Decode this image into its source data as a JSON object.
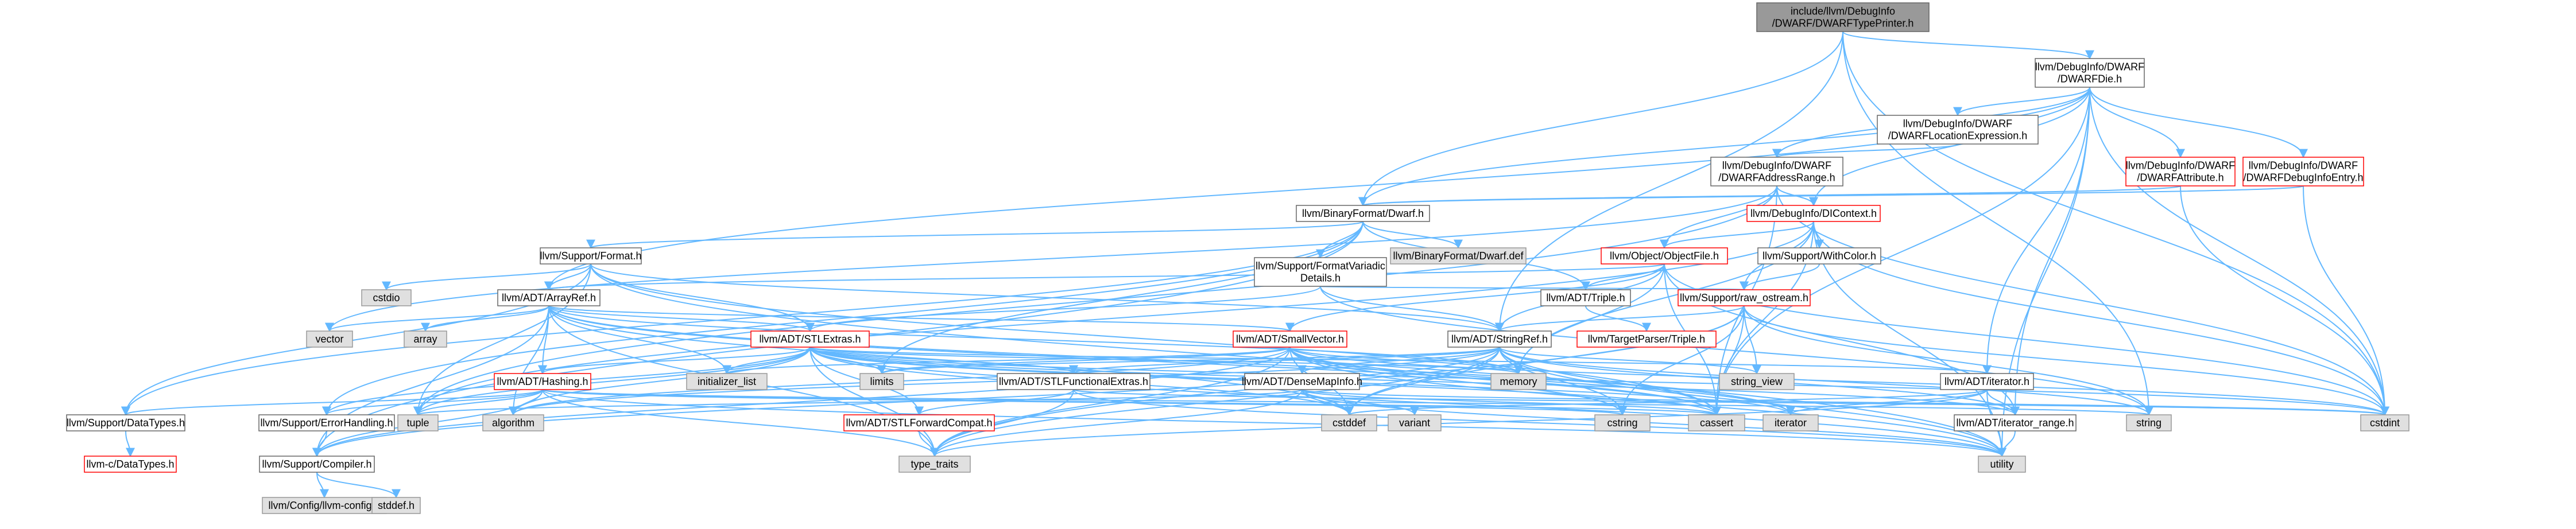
{
  "nodes": {
    "root": {
      "lines": [
        "include/llvm/DebugInfo",
        "/DWARF/DWARFTypePrinter.h"
      ],
      "style": "root"
    },
    "dwarfdie": {
      "lines": [
        "llvm/DebugInfo/DWARF",
        "/DWARFDie.h"
      ],
      "style": "normal"
    },
    "locexpr": {
      "lines": [
        "llvm/DebugInfo/DWARF",
        "/DWARFLocationExpression.h"
      ],
      "style": "normal"
    },
    "addrrange": {
      "lines": [
        "llvm/DebugInfo/DWARF",
        "/DWARFAddressRange.h"
      ],
      "style": "normal"
    },
    "attribute": {
      "lines": [
        "llvm/DebugInfo/DWARF",
        "/DWARFAttribute.h"
      ],
      "style": "red"
    },
    "debuginfoentry": {
      "lines": [
        "llvm/DebugInfo/DWARF",
        "/DWARFDebugInfoEntry.h"
      ],
      "style": "red"
    },
    "dicontext": {
      "lines": [
        "llvm/DebugInfo/DIContext.h"
      ],
      "style": "red"
    },
    "binaryformatdwarf": {
      "lines": [
        "llvm/BinaryFormat/Dwarf.h"
      ],
      "style": "normal"
    },
    "dwarfdef": {
      "lines": [
        "llvm/BinaryFormat/Dwarf.def"
      ],
      "style": "gray"
    },
    "formatvariadic": {
      "lines": [
        "llvm/Support/FormatVariadic",
        "Details.h"
      ],
      "style": "normal"
    },
    "supportformat": {
      "lines": [
        "llvm/Support/Format.h"
      ],
      "style": "normal"
    },
    "objectfile": {
      "lines": [
        "llvm/Object/ObjectFile.h"
      ],
      "style": "red"
    },
    "withcolor": {
      "lines": [
        "llvm/Support/WithColor.h"
      ],
      "style": "normal"
    },
    "triple": {
      "lines": [
        "llvm/ADT/Triple.h"
      ],
      "style": "normal"
    },
    "rawostream": {
      "lines": [
        "llvm/Support/raw_ostream.h"
      ],
      "style": "red"
    },
    "targetparsertriple": {
      "lines": [
        "llvm/TargetParser/Triple.h"
      ],
      "style": "red"
    },
    "arrayref": {
      "lines": [
        "llvm/ADT/ArrayRef.h"
      ],
      "style": "normal"
    },
    "stlextras": {
      "lines": [
        "llvm/ADT/STLExtras.h"
      ],
      "style": "red"
    },
    "smallvector": {
      "lines": [
        "llvm/ADT/SmallVector.h"
      ],
      "style": "red"
    },
    "stringref": {
      "lines": [
        "llvm/ADT/StringRef.h"
      ],
      "style": "normal"
    },
    "hashing": {
      "lines": [
        "llvm/ADT/Hashing.h"
      ],
      "style": "red"
    },
    "stlfunctionalextras": {
      "lines": [
        "llvm/ADT/STLFunctionalExtras.h"
      ],
      "style": "normal"
    },
    "densemapinfo": {
      "lines": [
        "llvm/ADT/DenseMapInfo.h"
      ],
      "style": "normal"
    },
    "adtiterator": {
      "lines": [
        "llvm/ADT/iterator.h"
      ],
      "style": "normal"
    },
    "iteratorrange": {
      "lines": [
        "llvm/ADT/iterator_range.h"
      ],
      "style": "normal"
    },
    "stlforwardcompat": {
      "lines": [
        "llvm/ADT/STLForwardCompat.h"
      ],
      "style": "red"
    },
    "datatypes": {
      "lines": [
        "llvm/Support/DataTypes.h"
      ],
      "style": "normal"
    },
    "cdatatypes": {
      "lines": [
        "llvm-c/DataTypes.h"
      ],
      "style": "red"
    },
    "errorhandling": {
      "lines": [
        "llvm/Support/ErrorHandling.h"
      ],
      "style": "normal"
    },
    "compiler": {
      "lines": [
        "llvm/Support/Compiler.h"
      ],
      "style": "normal"
    },
    "llvmconfig": {
      "lines": [
        "llvm/Config/llvm-config.h"
      ],
      "style": "gray"
    },
    "stddef": {
      "lines": [
        "stddef.h"
      ],
      "style": "gray"
    },
    "cstdio": {
      "lines": [
        "cstdio"
      ],
      "style": "gray"
    },
    "vector": {
      "lines": [
        "vector"
      ],
      "style": "gray"
    },
    "array": {
      "lines": [
        "array"
      ],
      "style": "gray"
    },
    "initializer_list": {
      "lines": [
        "initializer_list"
      ],
      "style": "gray"
    },
    "limits": {
      "lines": [
        "limits"
      ],
      "style": "gray"
    },
    "tuple": {
      "lines": [
        "tuple"
      ],
      "style": "gray"
    },
    "algorithm": {
      "lines": [
        "algorithm"
      ],
      "style": "gray"
    },
    "type_traits": {
      "lines": [
        "type_traits"
      ],
      "style": "gray"
    },
    "memory": {
      "lines": [
        "memory"
      ],
      "style": "gray"
    },
    "string_view": {
      "lines": [
        "string_view"
      ],
      "style": "gray"
    },
    "cstddef": {
      "lines": [
        "cstddef"
      ],
      "style": "gray"
    },
    "variant": {
      "lines": [
        "variant"
      ],
      "style": "gray"
    },
    "cstring": {
      "lines": [
        "cstring"
      ],
      "style": "gray"
    },
    "cassert": {
      "lines": [
        "cassert"
      ],
      "style": "gray"
    },
    "iterator": {
      "lines": [
        "iterator"
      ],
      "style": "gray"
    },
    "string": {
      "lines": [
        "string"
      ],
      "style": "gray"
    },
    "cstdint": {
      "lines": [
        "cstdint"
      ],
      "style": "gray"
    },
    "utility": {
      "lines": [
        "utility"
      ],
      "style": "gray"
    }
  },
  "edges": [
    [
      "root",
      "dwarfdie"
    ],
    [
      "root",
      "binaryformatdwarf"
    ],
    [
      "root",
      "stringref"
    ],
    [
      "root",
      "string"
    ],
    [
      "root",
      "cstdint"
    ],
    [
      "dwarfdie",
      "locexpr"
    ],
    [
      "dwarfdie",
      "addrrange"
    ],
    [
      "dwarfdie",
      "attribute"
    ],
    [
      "dwarfdie",
      "debuginfoentry"
    ],
    [
      "dwarfdie",
      "dicontext"
    ],
    [
      "dwarfdie",
      "binaryformatdwarf"
    ],
    [
      "dwarfdie",
      "arrayref"
    ],
    [
      "dwarfdie",
      "adtiterator"
    ],
    [
      "dwarfdie",
      "iteratorrange"
    ],
    [
      "dwarfdie",
      "cassert"
    ],
    [
      "dwarfdie",
      "cstdint"
    ],
    [
      "dwarfdie",
      "utility"
    ],
    [
      "locexpr",
      "addrrange"
    ],
    [
      "addrrange",
      "dicontext"
    ],
    [
      "addrrange",
      "objectfile"
    ],
    [
      "addrrange",
      "cstdint"
    ],
    [
      "addrrange",
      "tuple"
    ],
    [
      "addrrange",
      "vector"
    ],
    [
      "addrrange",
      "cassert"
    ],
    [
      "attribute",
      "binaryformatdwarf"
    ],
    [
      "attribute",
      "cstdint"
    ],
    [
      "debuginfoentry",
      "binaryformatdwarf"
    ],
    [
      "debuginfoentry",
      "cstdint"
    ],
    [
      "dicontext",
      "objectfile"
    ],
    [
      "dicontext",
      "withcolor"
    ],
    [
      "dicontext",
      "rawostream"
    ],
    [
      "dicontext",
      "cassert"
    ],
    [
      "dicontext",
      "cstdint"
    ],
    [
      "dicontext",
      "memory"
    ],
    [
      "dicontext",
      "optional_string"
    ],
    [
      "dicontext",
      "tuple"
    ],
    [
      "dicontext",
      "utility"
    ],
    [
      "binaryformatdwarf",
      "dwarfdef"
    ],
    [
      "binaryformatdwarf",
      "formatvariadic"
    ],
    [
      "binaryformatdwarf",
      "supportformat"
    ],
    [
      "binaryformatdwarf",
      "triple"
    ],
    [
      "binaryformatdwarf",
      "errorhandling"
    ],
    [
      "binaryformatdwarf",
      "datatypes"
    ],
    [
      "binaryformatdwarf",
      "limits"
    ],
    [
      "binaryformatdwarf",
      "compiler"
    ],
    [
      "formatvariadic",
      "stringref"
    ],
    [
      "formatvariadic",
      "rawostream"
    ],
    [
      "formatvariadic",
      "stlextras"
    ],
    [
      "formatvariadic",
      "string"
    ],
    [
      "supportformat",
      "arrayref"
    ],
    [
      "supportformat",
      "stringref"
    ],
    [
      "supportformat",
      "stlextras"
    ],
    [
      "supportformat",
      "datatypes"
    ],
    [
      "supportformat",
      "cassert"
    ],
    [
      "supportformat",
      "cstdio"
    ],
    [
      "supportformat",
      "tuple"
    ],
    [
      "supportformat",
      "utility"
    ],
    [
      "objectfile",
      "arrayref"
    ],
    [
      "objectfile",
      "triple"
    ],
    [
      "objectfile",
      "stringref"
    ],
    [
      "objectfile",
      "smallvector"
    ],
    [
      "objectfile",
      "iteratorrange"
    ],
    [
      "objectfile",
      "cassert"
    ],
    [
      "objectfile",
      "cstdint"
    ],
    [
      "objectfile",
      "memory"
    ],
    [
      "withcolor",
      "rawostream"
    ],
    [
      "triple",
      "targetparsertriple"
    ],
    [
      "rawostream",
      "stringref"
    ],
    [
      "rawostream",
      "cassert"
    ],
    [
      "rawostream",
      "cstddef"
    ],
    [
      "rawostream",
      "cstdint"
    ],
    [
      "rawostream",
      "cstring"
    ],
    [
      "rawostream",
      "string"
    ],
    [
      "rawostream",
      "string_view"
    ],
    [
      "rawostream",
      "type_traits"
    ],
    [
      "arrayref",
      "hashing"
    ],
    [
      "arrayref",
      "smallvector"
    ],
    [
      "arrayref",
      "stlextras"
    ],
    [
      "arrayref",
      "compiler"
    ],
    [
      "arrayref",
      "algorithm"
    ],
    [
      "arrayref",
      "array"
    ],
    [
      "arrayref",
      "cassert"
    ],
    [
      "arrayref",
      "cstddef"
    ],
    [
      "arrayref",
      "initializer_list"
    ],
    [
      "arrayref",
      "iterator"
    ],
    [
      "arrayref",
      "memory"
    ],
    [
      "arrayref",
      "type_traits"
    ],
    [
      "arrayref",
      "vector"
    ],
    [
      "stlextras",
      "hashing"
    ],
    [
      "stlextras",
      "stlforwardcompat"
    ],
    [
      "stlextras",
      "stlfunctionalextras"
    ],
    [
      "stlextras",
      "adtiterator"
    ],
    [
      "stlextras",
      "iteratorrange"
    ],
    [
      "stlextras",
      "errorhandling"
    ],
    [
      "stlextras",
      "algorithm"
    ],
    [
      "stlextras",
      "cassert"
    ],
    [
      "stlextras",
      "cstddef"
    ],
    [
      "stlextras",
      "cstdint"
    ],
    [
      "stlextras",
      "cstdlib_fwd"
    ],
    [
      "stlextras",
      "initializer_list"
    ],
    [
      "stlextras",
      "iterator"
    ],
    [
      "stlextras",
      "limits"
    ],
    [
      "stlextras",
      "memory"
    ],
    [
      "stlextras",
      "optional"
    ],
    [
      "stlextras",
      "tuple"
    ],
    [
      "stlextras",
      "type_traits"
    ],
    [
      "stlextras",
      "utility"
    ],
    [
      "smallvector",
      "compiler"
    ],
    [
      "smallvector",
      "algorithm"
    ],
    [
      "smallvector",
      "cassert"
    ],
    [
      "smallvector",
      "cstddef"
    ],
    [
      "smallvector",
      "cstdint"
    ],
    [
      "smallvector",
      "cstring"
    ],
    [
      "smallvector",
      "initializer_list"
    ],
    [
      "smallvector",
      "iterator"
    ],
    [
      "smallvector",
      "limits"
    ],
    [
      "smallvector",
      "memory"
    ],
    [
      "smallvector",
      "new"
    ],
    [
      "smallvector",
      "type_traits"
    ],
    [
      "smallvector",
      "utility"
    ],
    [
      "stringref",
      "densemapinfo"
    ],
    [
      "stringref",
      "stlfunctionalextras"
    ],
    [
      "stringref",
      "iteratorrange"
    ],
    [
      "stringref",
      "compiler"
    ],
    [
      "stringref",
      "algorithm"
    ],
    [
      "stringref",
      "cassert"
    ],
    [
      "stringref",
      "cstddef"
    ],
    [
      "stringref",
      "cstring"
    ],
    [
      "stringref",
      "limits"
    ],
    [
      "stringref",
      "string"
    ],
    [
      "stringref",
      "string_view"
    ],
    [
      "stringref",
      "type_traits"
    ],
    [
      "stringref",
      "utility"
    ],
    [
      "hashing",
      "errorhandling"
    ],
    [
      "hashing",
      "datatypes"
    ],
    [
      "hashing",
      "algorithm"
    ],
    [
      "hashing",
      "cassert"
    ],
    [
      "hashing",
      "cstring"
    ],
    [
      "hashing",
      "string"
    ],
    [
      "hashing",
      "tuple"
    ],
    [
      "hashing",
      "type_traits"
    ],
    [
      "hashing",
      "utility"
    ],
    [
      "hashing",
      "compiler"
    ],
    [
      "stlfunctionalextras",
      "stlforwardcompat"
    ],
    [
      "stlfunctionalextras",
      "cstdint"
    ],
    [
      "stlfunctionalextras",
      "type_traits"
    ],
    [
      "stlfunctionalextras",
      "utility"
    ],
    [
      "densemapinfo",
      "cassert"
    ],
    [
      "densemapinfo",
      "cstddef"
    ],
    [
      "densemapinfo",
      "cstdint"
    ],
    [
      "densemapinfo",
      "tuple"
    ],
    [
      "densemapinfo",
      "type_traits"
    ],
    [
      "densemapinfo",
      "utility"
    ],
    [
      "densemapinfo",
      "variant"
    ],
    [
      "adtiterator",
      "iteratorrange"
    ],
    [
      "adtiterator",
      "cstddef"
    ],
    [
      "adtiterator",
      "iterator"
    ],
    [
      "adtiterator",
      "type_traits"
    ],
    [
      "adtiterator",
      "utility"
    ],
    [
      "iteratorrange",
      "utility"
    ],
    [
      "stlforwardcompat",
      "type_traits"
    ],
    [
      "datatypes",
      "cdatatypes"
    ],
    [
      "errorhandling",
      "compiler"
    ],
    [
      "compiler",
      "llvmconfig"
    ],
    [
      "compiler",
      "stddef"
    ]
  ]
}
